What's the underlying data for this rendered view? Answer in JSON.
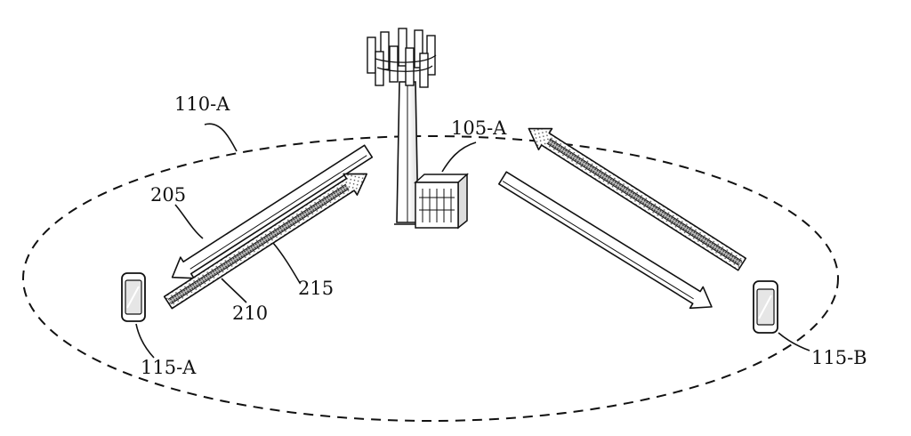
{
  "labels": {
    "coverage_area": "110-A",
    "base_station": "105-A",
    "ue_a": "115-A",
    "ue_b": "115-B",
    "downlink": "205",
    "uplink": "210",
    "link": "215"
  },
  "colors": {
    "line": "#111111",
    "dots": "#555555",
    "dense": "#333333",
    "device_screen": "#e6e6e6"
  }
}
